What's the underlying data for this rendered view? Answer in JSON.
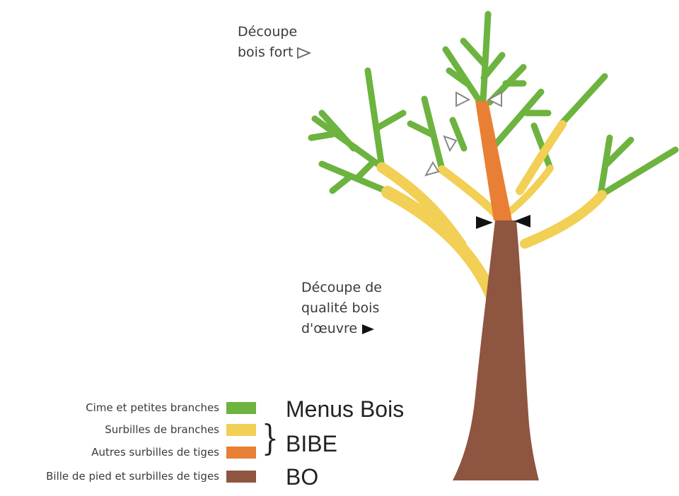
{
  "annotations": {
    "strong_wood_cut": {
      "line1": "Découpe",
      "line2": "bois fort",
      "marker_icon": "hollow-triangle-icon"
    },
    "quality_timber_cut": {
      "line1": "Découpe de",
      "line2": "qualité bois",
      "line3": "d'œuvre",
      "marker_icon": "filled-triangle-icon"
    }
  },
  "legend": [
    {
      "label": "Cime et petites branches",
      "color": "#6db33f"
    },
    {
      "label": "Surbilles de branches",
      "color": "#f2cf55"
    },
    {
      "label": "Autres surbilles de tiges",
      "color": "#e97f34"
    },
    {
      "label": "Bille de pied et surbilles de tiges",
      "color": "#8e5540"
    }
  ],
  "groups": [
    {
      "label": "Menus Bois"
    },
    {
      "label": "BIBE"
    },
    {
      "label": "BO"
    }
  ],
  "colors": {
    "green": "#6db33f",
    "yellow": "#f2cf55",
    "orange": "#e97f34",
    "brown": "#8e5540",
    "marker_filled": "#111111",
    "marker_hollow": "#888888"
  }
}
